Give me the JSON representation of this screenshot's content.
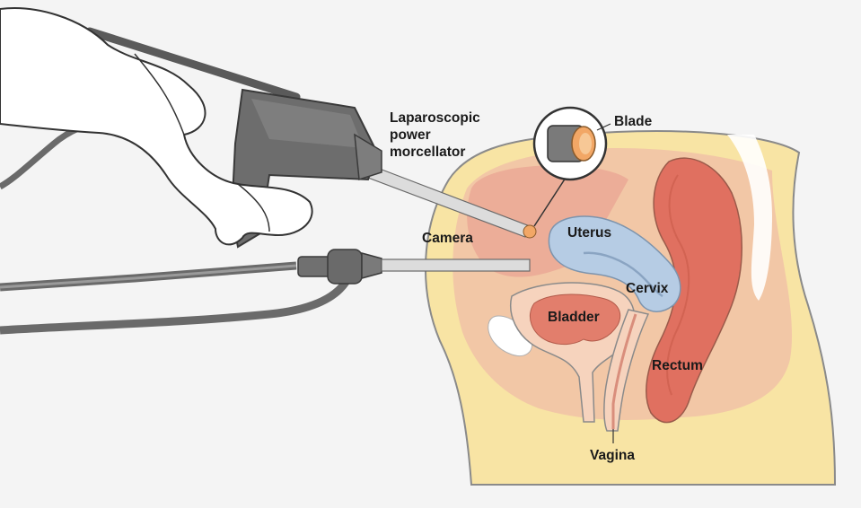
{
  "diagram": {
    "labels": {
      "morcellator_line1": "Laparoscopic",
      "morcellator_line2": "power",
      "morcellator_line3": "morcellator",
      "blade": "Blade",
      "camera": "Camera",
      "uterus": "Uterus",
      "cervix": "Cervix",
      "bladder": "Bladder",
      "rectum": "Rectum",
      "vagina": "Vagina"
    },
    "colors": {
      "background": "#f4f4f4",
      "skin": "#f8e4a4",
      "tissue": "#f2c7a6",
      "organ_red": "#e58a7a",
      "uterus_blue": "#b6cce4",
      "instrument_gray": "#707070",
      "blade_orange": "#f2a766"
    }
  }
}
